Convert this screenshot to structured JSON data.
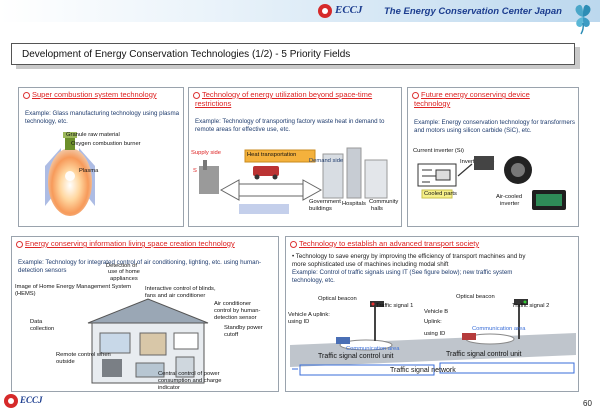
{
  "header": {
    "logo_text": "ECCJ",
    "org_name": "The Energy Conservation Center Japan"
  },
  "title": "Development of  Energy Conservation Technologies (1/2) - 5 Priority Fields",
  "panels": {
    "combustion": {
      "title": "Super combustion system technology",
      "example": "Example: Glass manufacturing technology using plasma technology, etc.",
      "labels": {
        "raw": "Granule raw material",
        "burner": "Oxygen combustion burner",
        "plasma": "Plasma"
      }
    },
    "space_time": {
      "title_line1": "Technology of energy utilization beyond space-time",
      "title_line2": "restrictions",
      "example": "Example: Technology of transporting factory waste heat in demand to remote areas for effective use, etc.",
      "labels": {
        "supply": "Supply  side",
        "transport": "Heat transportation",
        "demand": "Demand side",
        "gov": "Government",
        "buildings": "buildings",
        "hospitals": "Hospitals",
        "community": "Community",
        "halls": "halls",
        "s": "S"
      }
    },
    "device": {
      "title_line1": "Future energy conserving device",
      "title_line2": "technology",
      "example": "Example: Energy conservation technology for transformers and motors using silicon carbide (SiC), etc.",
      "labels": {
        "current": "Current inverter (Si)",
        "sic": "Inverter (SiC)",
        "cooled": "Cooled parts",
        "air1": "Air-cooled",
        "air2": "inverter"
      }
    },
    "living": {
      "title": "Energy conserving information living space creation technology",
      "example": "Example: Technology for integrated control of air conditioning, lighting, etc. using human-detection sensors",
      "labels": {
        "hems1": "Image of Home Energy Management System",
        "hems2": "(HEMS)",
        "detect1": "Detection of",
        "detect2": "use of home",
        "detect3": "appliances",
        "interactive1": "Interactive control of blinds,",
        "interactive2": "fans and air conditioner",
        "aircon1": "Air conditioner",
        "aircon2": "control by human-",
        "aircon3": "detection sensor",
        "standby1": "Standby power",
        "standby2": "cutoff",
        "data1": "Data",
        "data2": "collection",
        "remote1": "Remote control when",
        "remote2": "outside",
        "central1": "Central control of power",
        "central2": "consumption and charge",
        "central3": "indicator"
      }
    },
    "transport": {
      "title": "Technology to establish an advanced transport society",
      "bullet1": "• Technology to save energy by improving the efficiency of  transport machines and by",
      "bullet2": "more sophisticated use of machines including modal shift",
      "example1": "Example: Control of traffic signals using IT (See figure below); new traffic system",
      "example2": "technology, etc.",
      "labels": {
        "beacon1": "Optical beacon",
        "beacon2": "Optical beacon",
        "signal1": "Traffic signal 1",
        "signal2": "Traffic signal 2",
        "vehA1": "Vehicle A uplink:",
        "vehA2": "using ID",
        "vehB1": "Vehicle B",
        "vehB2": "Uplink:",
        "vehB3": "using ID",
        "comm1": "Communication area",
        "comm2": "Communication area",
        "unit1": "Traffic signal control unit",
        "unit2": "Traffic signal control unit",
        "network": "Traffic signal network"
      }
    }
  },
  "footer": {
    "logo_text": "ECCJ",
    "page_number": "60"
  },
  "colors": {
    "accent_red": "#dd2222",
    "brand_blue": "#1c3d8f",
    "panel_border": "#9aa3ad"
  }
}
